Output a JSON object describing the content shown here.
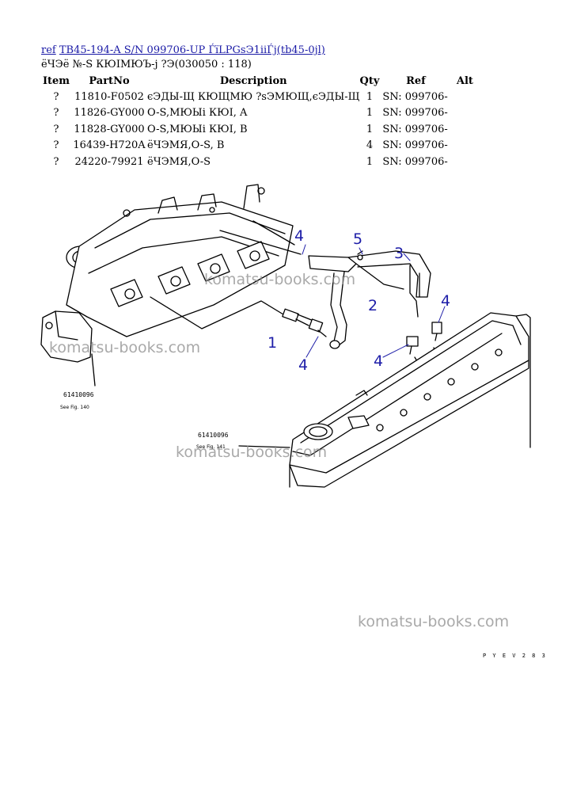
{
  "header": {
    "ref_link": "ref",
    "title_link": "TB45-194-A S/N 099706-UP ЃїLPGsЭ1ііЃj(tb45-0jl)"
  },
  "subtitle": "ёЧЭё №-S КЮIМЮЪ-j ?Э(030050 : 118)",
  "table": {
    "headers": [
      "Item",
      "PartNo",
      "Description",
      "Qty",
      "Ref",
      "Alt"
    ],
    "rows": [
      {
        "item": "?",
        "part": "11810-F0502",
        "desc": "єЭДЫ-Щ КЮЩМЮ ?sЭМЮЩ,єЭДЫ-Щ",
        "qty": "1",
        "ref": "SN: 099706-",
        "alt": ""
      },
      {
        "item": "?",
        "part": "11826-GY000",
        "desc": "O-S,МЮЫi КЮI, A",
        "qty": "1",
        "ref": "SN: 099706-",
        "alt": ""
      },
      {
        "item": "?",
        "part": "11828-GY000",
        "desc": "O-S,МЮЫi КЮI, B",
        "qty": "1",
        "ref": "SN: 099706-",
        "alt": ""
      },
      {
        "item": "?",
        "part": "16439-H720A",
        "desc": "ёЧЭМЯ,O-S, B",
        "qty": "4",
        "ref": "SN: 099706-",
        "alt": ""
      },
      {
        "item": "?",
        "part": "24220-79921",
        "desc": "ёЧЭМЯ,O-S",
        "qty": "1",
        "ref": "SN: 099706-",
        "alt": ""
      }
    ]
  },
  "diagram": {
    "callouts": [
      "1",
      "2",
      "3",
      "4",
      "4",
      "4",
      "4",
      "5"
    ],
    "note_left_code": "61410096",
    "note_left_text": "See Fig. 140",
    "note_mid_code": "61410096",
    "note_mid_text": "See Fig. 141",
    "callout_color": "#1e1ea8"
  },
  "watermarks": [
    "komatsu-books.com",
    "komatsu-books.com",
    "komatsu-books.com",
    "komatsu-books.com"
  ],
  "page_code": "P Y E V 2 8 3"
}
